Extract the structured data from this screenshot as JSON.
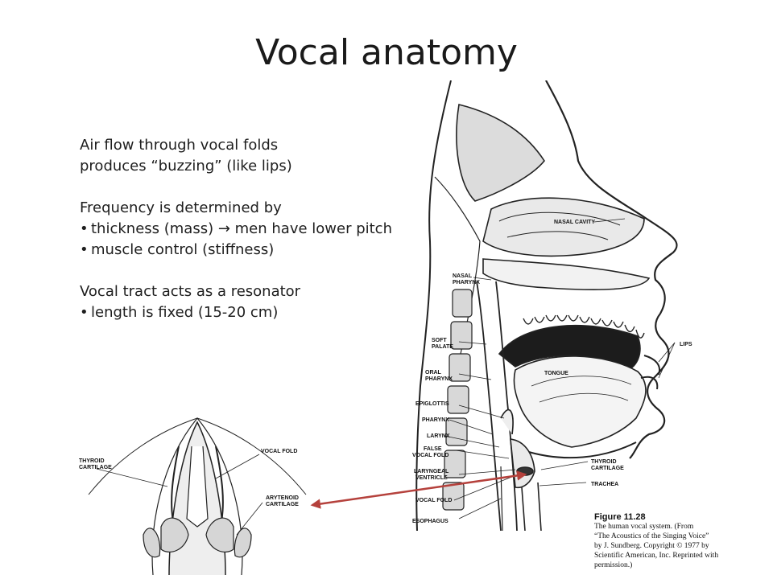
{
  "slide": {
    "title": "Vocal anatomy",
    "paragraph1": {
      "line1": "Air flow through vocal folds",
      "line2": "produces “buzzing” (like lips)"
    },
    "paragraph2": {
      "heading": "Frequency is determined by",
      "bullets": [
        "thickness (mass) → men have lower pitch",
        "muscle control (stiffness)"
      ]
    },
    "paragraph3": {
      "heading": "Vocal tract acts as a resonator",
      "bullets": [
        "length is fixed (15-20 cm)"
      ]
    }
  },
  "sagittal_figure": {
    "labels": {
      "nasal_cavity": "NASAL CAVITY",
      "nasal_pharynx_1": "NASAL",
      "nasal_pharynx_2": "PHARYNX",
      "soft_palate_1": "SOFT",
      "soft_palate_2": "PALATE",
      "oral_pharynx_1": "ORAL",
      "oral_pharynx_2": "PHARYNX",
      "epiglottis": "EPIGLOTTIS",
      "pharynx": "PHARYNX",
      "larynx": "LARYNX",
      "false_vocal_fold_1": "FALSE",
      "false_vocal_fold_2": "VOCAL FOLD",
      "laryngeal_ventricle_1": "LARYNGEAL",
      "laryngeal_ventricle_2": "VENTRICLE",
      "vocal_fold_1": "VOCAL FOLD",
      "esophagus": "ESOPHAGUS",
      "lips": "LIPS",
      "tongue": "TONGUE",
      "thyroid_cartilage_1": "THYROID",
      "thyroid_cartilage_2": "CARTILAGE",
      "trachea": "TRACHEA"
    },
    "caption": {
      "figure": "Figure 11.28",
      "line1": "The human vocal system. (From",
      "line2": "“The Acoustics of the Singing Voice”",
      "line3": "by J. Sundberg. Copyright © 1977 by",
      "line4": "Scientific American, Inc. Reprinted with",
      "line5": "permission.)"
    }
  },
  "larynx_figure": {
    "labels": {
      "thyroid_1": "THYROID",
      "thyroid_2": "CARTILAGE",
      "vocal_fold": "VOCAL FOLD",
      "arytenoid_1": "ARYTENOID",
      "arytenoid_2": "CARTILAGE"
    }
  },
  "colors": {
    "arrow": "#b5413c",
    "text": "#1e1e1e",
    "background": "#ffffff"
  }
}
